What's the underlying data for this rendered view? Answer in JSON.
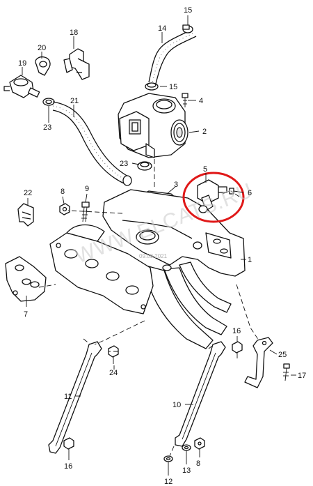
{
  "callouts": {
    "c1": "1",
    "c2": "2",
    "c3": "3",
    "c4": "4",
    "c5": "5",
    "c6": "6",
    "c7": "7",
    "c8a": "8",
    "c8b": "8",
    "c9": "9",
    "c10": "10",
    "c11": "11",
    "c12": "12",
    "c13": "13",
    "c14": "14",
    "c15a": "15",
    "c15b": "15",
    "c16a": "16",
    "c16b": "16",
    "c17": "17",
    "c18": "18",
    "c19": "19",
    "c20": "20",
    "c21": "21",
    "c22": "22",
    "c23a": "23",
    "c23b": "23",
    "c24": "24",
    "c25": "25"
  },
  "watermark": {
    "text": "WWW.ELCATS.RU",
    "date": "09.09.2021"
  },
  "highlight_color": "#e01818"
}
